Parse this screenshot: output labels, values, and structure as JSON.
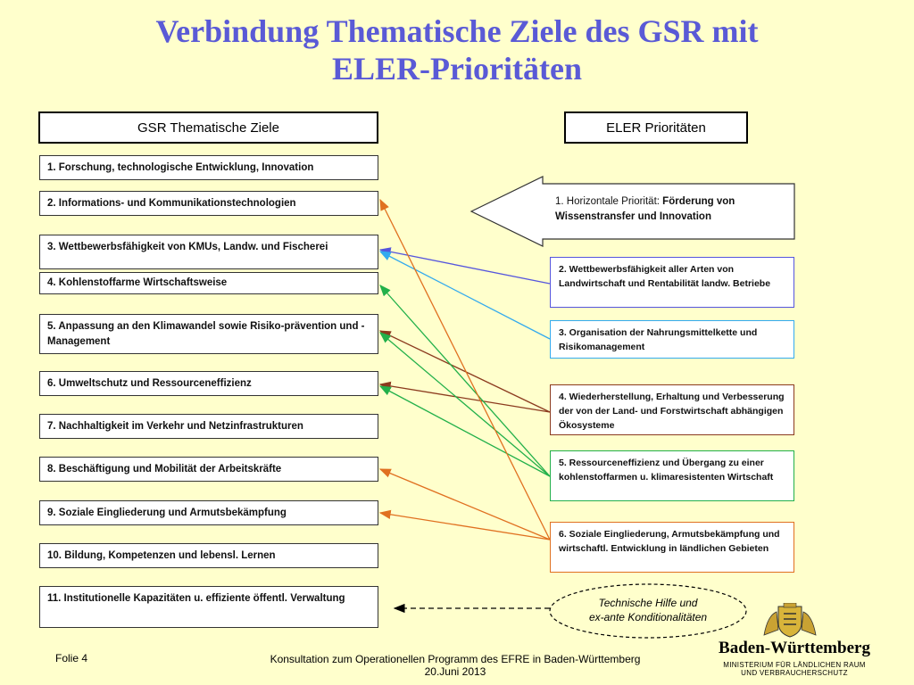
{
  "title": {
    "line1": "Verbindung Thematische Ziele des GSR mit",
    "line2": "ELER-Prioritäten"
  },
  "headers": {
    "left": "GSR Thematische Ziele",
    "right": "ELER Prioritäten"
  },
  "ziele": [
    "1. Forschung, technologische Entwicklung, Innovation",
    "2. Informations- und Kommunikationstechnologien",
    "3. Wettbewerbsfähigkeit von KMUs, Landw. und Fischerei",
    "4. Kohlenstoffarme Wirtschaftsweise",
    "5. Anpassung an den Klimawandel sowie Risiko-prävention und -Management",
    "6. Umweltschutz und Ressourceneffizienz",
    "7. Nachhaltigkeit im Verkehr und Netzinfrastrukturen",
    "8. Beschäftigung und Mobilität der Arbeitskräfte",
    "9. Soziale Eingliederung und Armutsbekämpfung",
    "10. Bildung, Kompetenzen und lebensl. Lernen",
    "11. Institutionelle Kapazitäten u. effiziente öffentl. Verwaltung"
  ],
  "prio1": {
    "prefix": "1. Horizontale Priorität: ",
    "bold": "Förderung von Wissenstransfer und Innovation"
  },
  "prioritaeten": [
    {
      "text": "2. Wettbewerbsfähigkeit aller Arten  von Landwirtschaft und Rentabilität landw. Betriebe",
      "color": "#5555dd"
    },
    {
      "text": "3. Organisation der Nahrungsmittelkette und Risikomanagement",
      "color": "#33aaee"
    },
    {
      "text": "4. Wiederherstellung, Erhaltung und Verbesserung der von der Land- und Forstwirtschaft abhängigen Ökosysteme",
      "color": "#8b3a1e"
    },
    {
      "text": "5. Ressourceneffizienz und Übergang zu einer kohlenstoffarmen u. klimaresistenten Wirtschaft",
      "color": "#22b04a"
    },
    {
      "text": "6. Soziale Eingliederung, Armutsbekämpfung und wirtschaftl. Entwicklung in ländlichen Gebieten",
      "color": "#e07020"
    }
  ],
  "technische_hilfe": {
    "line1": "Technische Hilfe und",
    "line2": "ex-ante Konditionalitäten"
  },
  "footer": {
    "folie": "Folie 4",
    "center1": "Konsultation zum Operationellen Programm des EFRE in Baden-Württemberg",
    "center2": "20.Juni 2013"
  },
  "logo": {
    "name": "Baden-Württemberg",
    "ministry1": "MINISTERIUM FÜR LÄNDLICHEN RAUM",
    "ministry2": "UND VERBRAUCHERSCHUTZ"
  },
  "icons": [
    "coat-of-arms-icon",
    "arrow-left-icon"
  ]
}
